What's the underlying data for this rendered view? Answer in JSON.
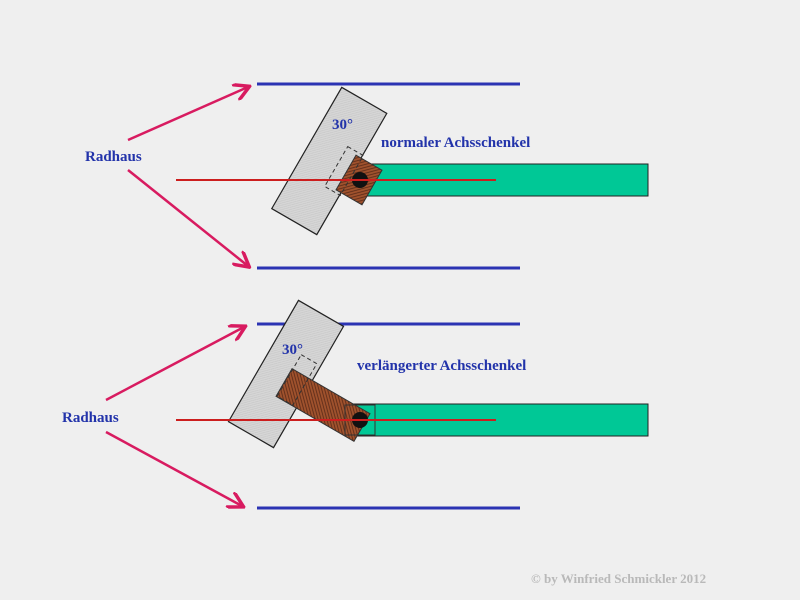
{
  "colors": {
    "background": "#efefef",
    "wheelhouse_line": "#2b33b3",
    "arrow": "#d81b60",
    "axis_line": "#cc1e1e",
    "axle_beam": "#00c896",
    "knuckle": "#a0522d",
    "tire": "#d4d4d4",
    "text": "#2233aa"
  },
  "top_panel": {
    "wheelhouse_label": "Radhaus",
    "angle_label": "30°",
    "knuckle_label": "normaler Achsschenkel"
  },
  "bottom_panel": {
    "wheelhouse_label": "Radhaus",
    "angle_label": "30°",
    "knuckle_label": "verlängerter Achsschenkel"
  },
  "copyright": "© by Winfried Schmickler 2012"
}
